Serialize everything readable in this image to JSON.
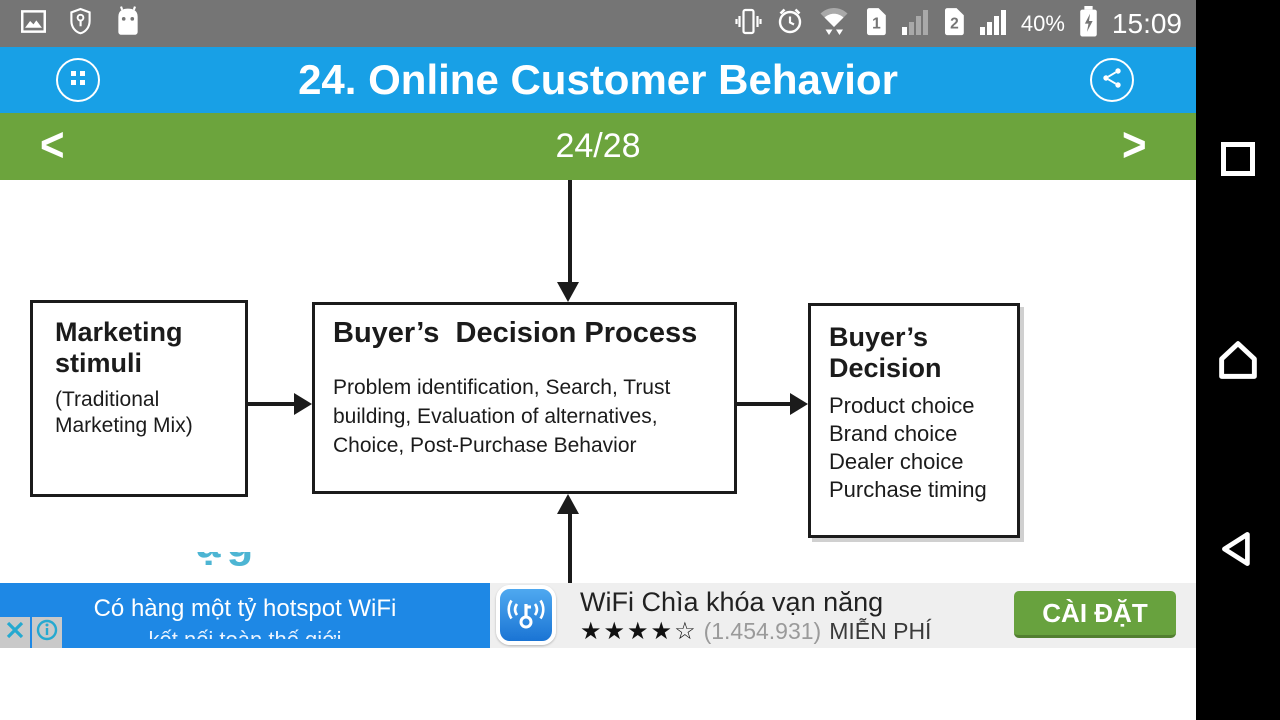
{
  "status_bar": {
    "time": "15:09",
    "battery_percent": "40%",
    "sim1": "1",
    "sim2": "2"
  },
  "title_bar": {
    "title": "24. Online Customer Behavior"
  },
  "pager": {
    "prev_label": "<",
    "position": "24/28",
    "next_label": ">"
  },
  "slide": {
    "covered_fragment": "ạg",
    "boxes": {
      "stimuli": {
        "title": "Marketing stimuli",
        "subtitle": "(Traditional Marketing Mix)"
      },
      "process": {
        "title": "Buyer’s  Decision Process",
        "body": "Problem identification, Search, Trust building, Evaluation of alternatives, Choice, Post-Purchase Behavior"
      },
      "decision": {
        "title": "Buyer’s Decision",
        "items": [
          "Product choice",
          "Brand choice",
          "Dealer choice",
          "Purchase timing"
        ]
      }
    }
  },
  "ad": {
    "headline": "Có hàng một tỷ hotspot WiFi",
    "headline_line2_clipped": "kết nối toàn thế giới",
    "app_name": "WiFi Chìa khóa vạn năng",
    "stars_filled": "★★★★",
    "star_empty": "☆",
    "rating_count": "(1.454.931)",
    "price": "MIỄN PHÍ",
    "cta": "CÀI ĐẶT"
  },
  "colors": {
    "status_bar_bg": "#757575",
    "title_bar_bg": "#18A0E6",
    "pager_bg": "#6CA43D",
    "banner_blue": "#1E88E5",
    "cta_green": "#68A23E",
    "accent_teal": "#26A9D0"
  }
}
